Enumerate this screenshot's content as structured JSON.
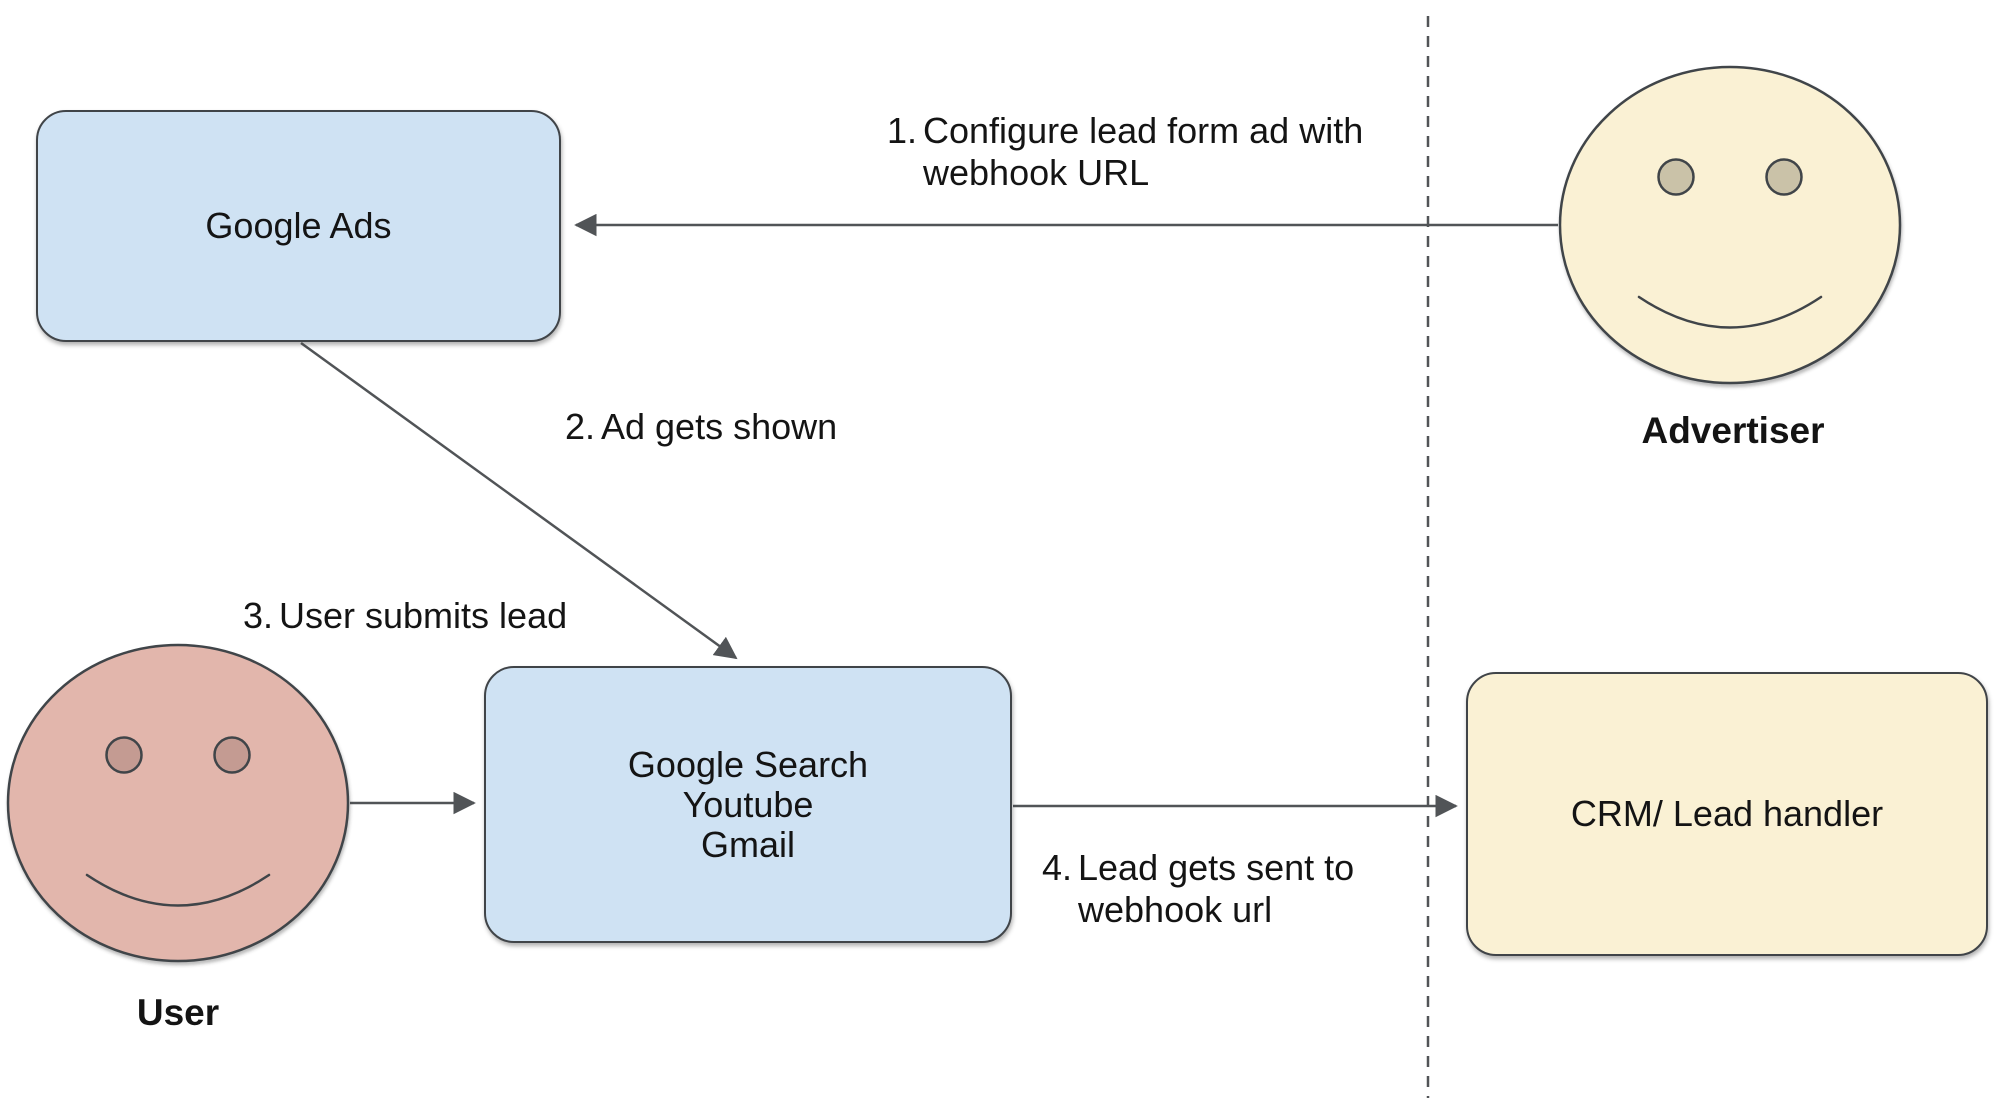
{
  "diagram": {
    "boxes": {
      "google_ads": {
        "label": "Google Ads"
      },
      "google_properties": {
        "lines": [
          "Google Search",
          "Youtube",
          "Gmail"
        ]
      },
      "crm": {
        "label": "CRM/ Lead handler"
      }
    },
    "actors": {
      "advertiser": {
        "label": "Advertiser"
      },
      "user": {
        "label": "User"
      }
    },
    "steps": [
      {
        "num": "1.",
        "lines": [
          "Configure lead form ad with",
          "webhook URL"
        ]
      },
      {
        "num": "2.",
        "lines": [
          "Ad gets shown"
        ]
      },
      {
        "num": "3.",
        "lines": [
          "User submits lead"
        ]
      },
      {
        "num": "4.",
        "lines": [
          "Lead gets sent to",
          "webhook url"
        ]
      }
    ]
  },
  "colors": {
    "blue_fill": "#cfe2f3",
    "yellow_fill": "#faf1d4",
    "user_face": "#e2b6ac",
    "user_eye": "#c49b92",
    "advertiser_eye": "#cac2a8",
    "shape_stroke": "#404448",
    "line": "#515457",
    "text": "#141414"
  }
}
